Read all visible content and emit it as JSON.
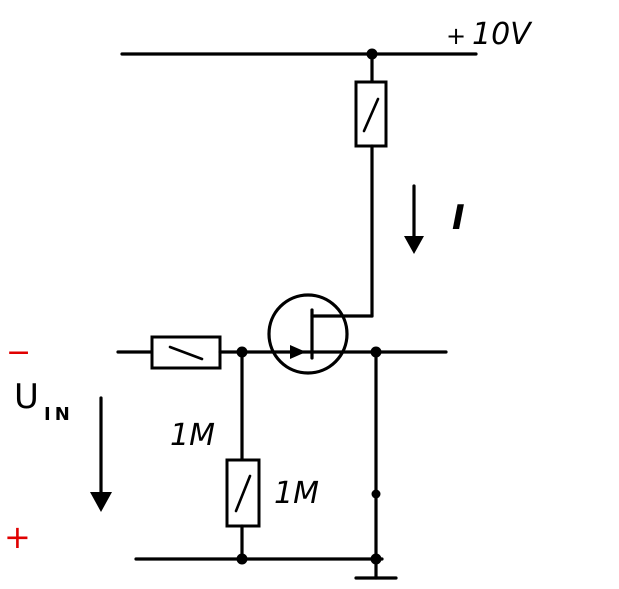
{
  "supply": {
    "sign": "+",
    "voltage": "10V"
  },
  "current": {
    "label": "I"
  },
  "input": {
    "top_polarity": "−",
    "bottom_polarity": "+",
    "voltage_main": "U",
    "voltage_sub": "IN"
  },
  "resistors": {
    "shunt_label": "1M",
    "lower_label": "1M"
  },
  "colors": {
    "ink": "#000000",
    "polarity": "#e00000",
    "background": "#ffffff"
  }
}
